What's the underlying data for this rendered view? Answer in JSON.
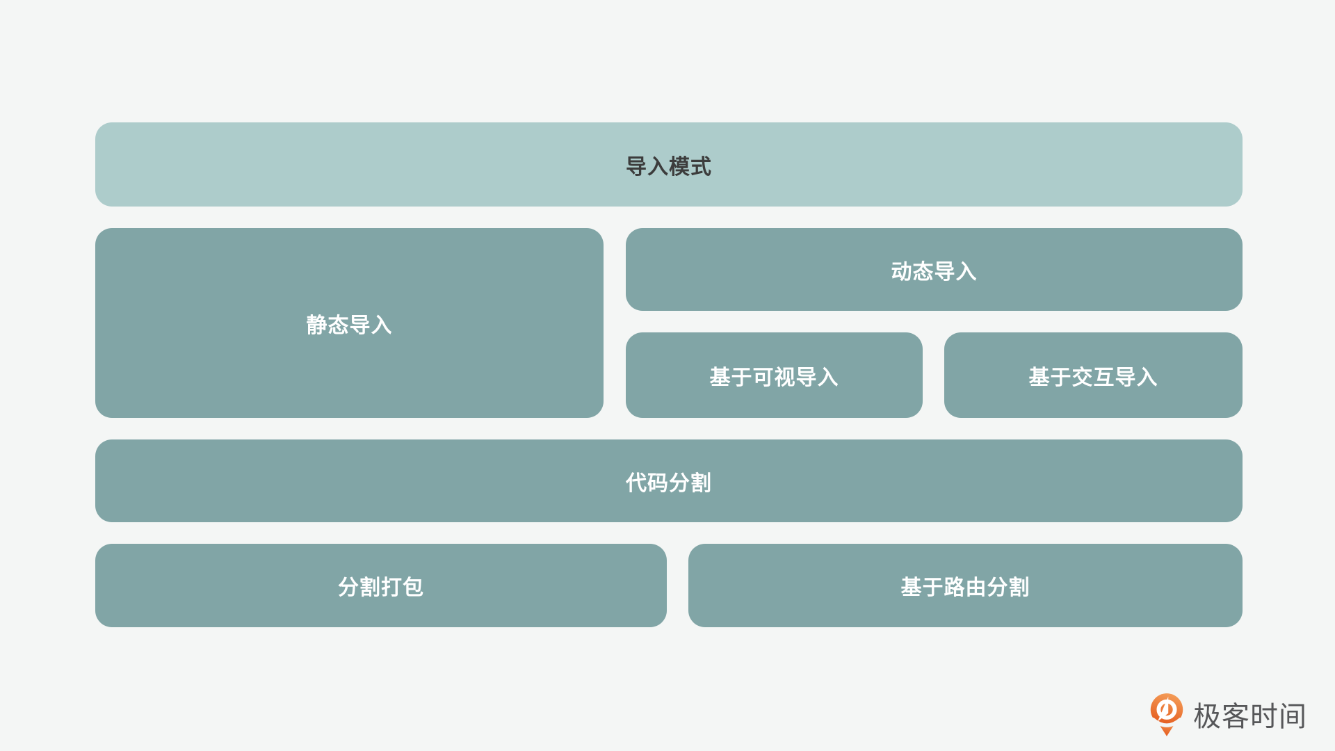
{
  "diagram": {
    "header_label": "导入模式",
    "static_import_label": "静态导入",
    "dynamic_import_label": "动态导入",
    "visibility_import_label": "基于可视导入",
    "interaction_import_label": "基于交互导入",
    "code_splitting_label": "代码分割",
    "split_bundling_label": "分割打包",
    "route_splitting_label": "基于路由分割"
  },
  "branding": {
    "logo_text": "极客时间"
  },
  "colors": {
    "background": "#f4f6f5",
    "header_box_fill": "#adcccb",
    "box_fill": "#81a5a6",
    "header_text": "#3c3c3c",
    "box_text": "#ffffff",
    "logo_text": "#565759",
    "logo_orange_light": "#f49d58",
    "logo_orange_dark": "#e45a1d"
  }
}
